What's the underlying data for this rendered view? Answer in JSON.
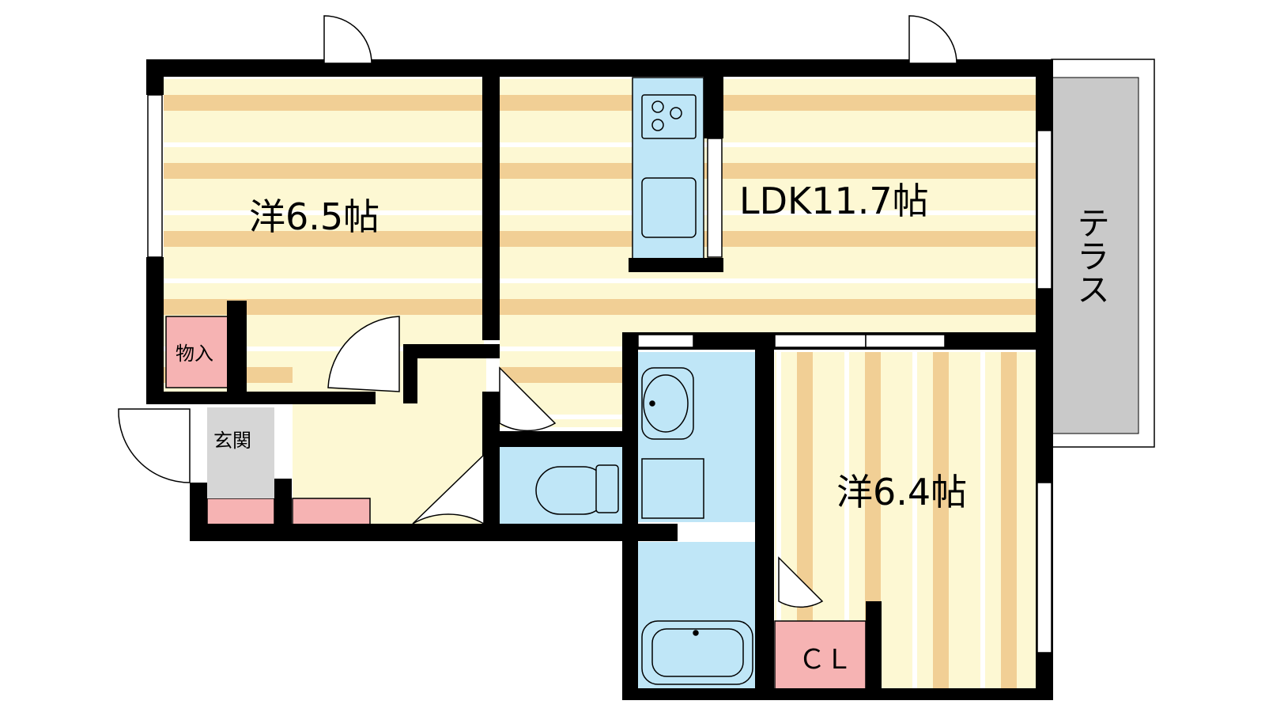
{
  "rooms": {
    "western_room_a": "洋6.5帖",
    "ldk": "LDK11.7帖",
    "western_room_b": "洋6.4帖",
    "storage": "物入",
    "entrance": "玄関",
    "closet": "ＣＬ",
    "terrace": "テラス"
  },
  "colors": {
    "wall": "#000000",
    "floor_light": "#fdf8d3",
    "floor_stripe": "#f1cf95",
    "water_area": "#bfe6f7",
    "storage": "#f6b3b3",
    "terrace": "#c9c9c9",
    "entrance_floor": "#d6d6d6"
  },
  "icons": {
    "stove": "stove-icon",
    "sink": "sink-icon",
    "toilet": "toilet-icon",
    "washbasin": "washbasin-icon",
    "washer": "washing-machine-icon",
    "bathtub": "bathtub-icon",
    "door": "door-swing-icon"
  }
}
